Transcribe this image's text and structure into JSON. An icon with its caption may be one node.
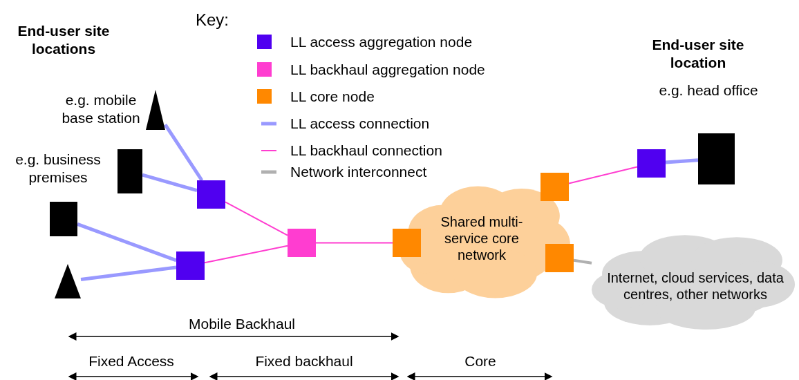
{
  "diagram": {
    "nodes": [
      {
        "text": [],
        "shape": "triangle",
        "beside": [
          "e.g. mobile base station"
        ]
      },
      {
        "text": [],
        "shape": "box",
        "beside": [
          "e.g. business premises"
        ]
      },
      {
        "text": [],
        "shape": "box"
      },
      {
        "text": [],
        "shape": "triangle"
      },
      {
        "text": [],
        "shape": "box"
      },
      {
        "text": [],
        "shape": "box"
      },
      {
        "text": [],
        "shape": "box"
      },
      {
        "text": [
          "Shared multi-service core network"
        ]
      },
      {
        "text": [],
        "shape": "box"
      },
      {
        "text": [],
        "shape": "box"
      },
      {
        "text": [],
        "shape": "box"
      },
      {
        "text": [],
        "shape": "box"
      },
      {
        "text": [],
        "shape": "box",
        "beside": [
          "End-user site location",
          "e.g. head office"
        ]
      },
      {
        "text": [
          "Internet, cloud services, data centres, other networks"
        ]
      }
    ],
    "edges": [
      {
        "from": 0,
        "to": 4,
        "arrow": "none"
      },
      {
        "from": 1,
        "to": 4,
        "arrow": "none"
      },
      {
        "from": 2,
        "to": 5,
        "arrow": "none"
      },
      {
        "from": 3,
        "to": 5,
        "arrow": "none"
      },
      {
        "from": 4,
        "to": 6,
        "arrow": "none",
        "color": "#ff3dd0"
      },
      {
        "from": 5,
        "to": 6,
        "arrow": "none",
        "color": "#ff3dd0"
      },
      {
        "from": 6,
        "to": 8,
        "arrow": "none",
        "color": "#ff3dd0"
      },
      {
        "from": 9,
        "to": 11,
        "arrow": "none",
        "color": "#ff3dd0"
      },
      {
        "from": 11,
        "to": 12,
        "arrow": "none"
      },
      {
        "from": 10,
        "to": 13,
        "arrow": "none",
        "color": "#b0b0b0"
      }
    ],
    "labels": [
      "End-user site locations",
      "Key:",
      "Mobile Backhaul",
      "Fixed Access",
      "Fixed backhaul",
      "Core"
    ],
    "legend": [
      {
        "text": "LL access aggregation node",
        "color": "#5000f0"
      },
      {
        "text": "LL backhaul aggregation node",
        "color": "#ff3dd0"
      },
      {
        "text": "LL core node",
        "color": "#ff8800"
      },
      {
        "text": "LL access connection"
      },
      {
        "text": "LL backhaul connection"
      },
      {
        "text": "Network interconnect"
      }
    ]
  }
}
